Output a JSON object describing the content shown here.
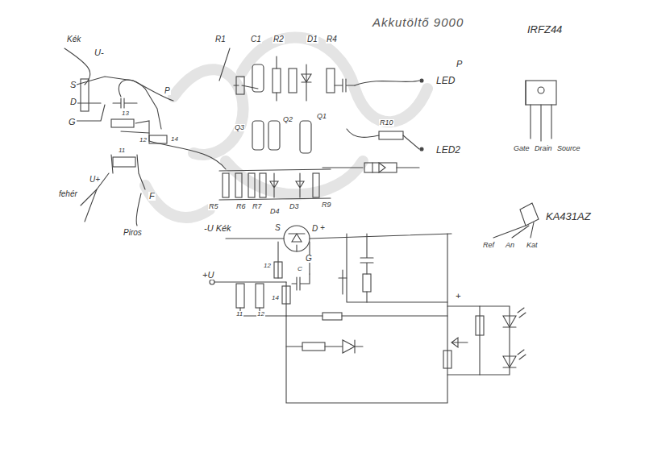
{
  "diagram": {
    "title": "Akkutöltő 9000",
    "labels": [
      "IRFZ44",
      "Gate",
      "Drain",
      "Source",
      "KA431AZ",
      "Ref",
      "An",
      "Kat",
      "Kék",
      "U-",
      "S",
      "D",
      "G",
      "13",
      "14",
      "12",
      "11",
      "P",
      "U+",
      "fehér",
      "F",
      "Piros",
      "R1",
      "C1",
      "R2",
      "D1",
      "R4",
      "Q3",
      "Q2",
      "Q1",
      "R10",
      "LED",
      "P",
      "LED2",
      "R5",
      "R6",
      "R7",
      "D4",
      "D3",
      "R9",
      "-U Kék",
      "S",
      "D",
      "+",
      "G",
      "12",
      "C",
      "14",
      "+U",
      "11",
      "12",
      "+"
    ]
  }
}
